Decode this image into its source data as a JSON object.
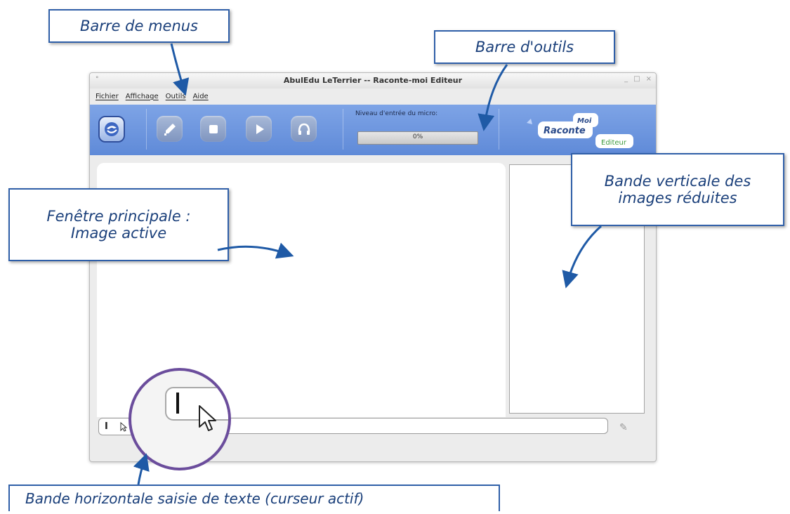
{
  "window": {
    "title": "AbulEdu LeTerrier -- Raconte-moi Editeur",
    "menu_dot": "°",
    "controls": [
      "_",
      "□",
      "×"
    ]
  },
  "menubar": {
    "items": [
      {
        "label": "Fichier"
      },
      {
        "label": "Affichage"
      },
      {
        "label": "Outils"
      },
      {
        "label": "Aide"
      }
    ]
  },
  "toolbar": {
    "buttons": [
      {
        "icon": "app-icon"
      },
      {
        "icon": "microphone-icon"
      },
      {
        "icon": "stop-icon"
      },
      {
        "icon": "play-icon"
      },
      {
        "icon": "headphones-icon"
      }
    ],
    "mic_label": "Niveau d'entrée du micro:",
    "mic_level_percent": 0,
    "mic_level_text": "0%",
    "logo": {
      "line1": "Raconte",
      "line2": "Moi",
      "line3": "Editeur"
    }
  },
  "callouts": {
    "menu_bar": "Barre de menus",
    "toolbar": "Barre d'outils",
    "main_window_line1": "Fenêtre principale :",
    "main_window_line2": "Image active",
    "thumb_strip_line1": "Bande verticale des",
    "thumb_strip_line2": "images réduites",
    "text_band": "Bande horizontale saisie de texte (curseur actif)"
  },
  "colors": {
    "toolbar_blue": "#5f8ad8",
    "callout_border": "#2f5fa8",
    "callout_text": "#1a3f7a",
    "arrow": "#1f5aa6",
    "zoom_ring": "#6b4d9c"
  }
}
